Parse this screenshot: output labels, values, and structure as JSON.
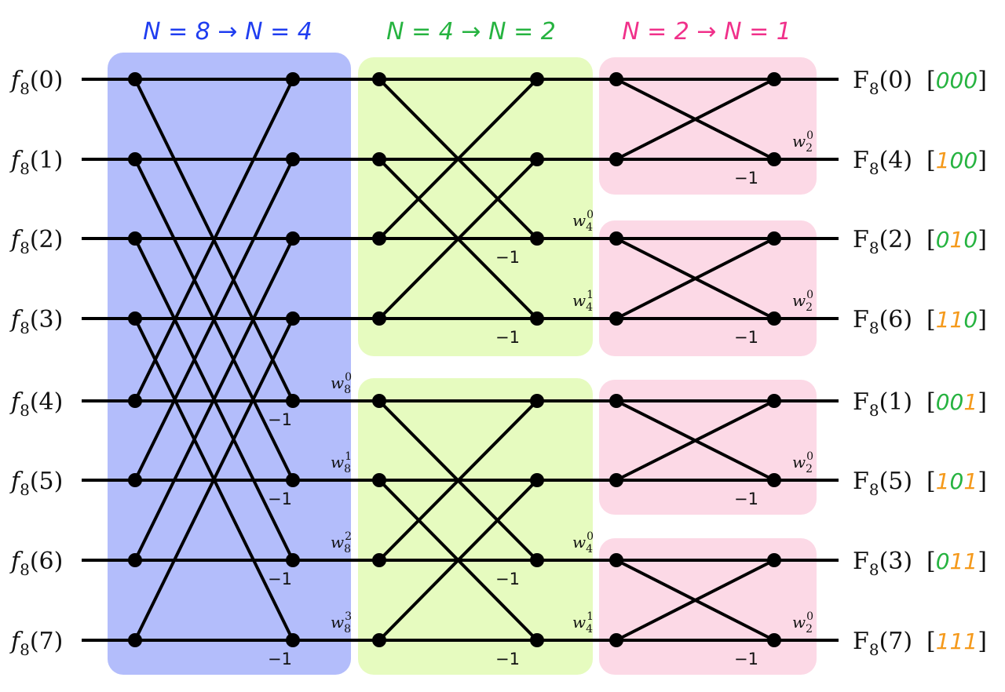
{
  "colors": {
    "stage1_panel": "#b3bdfb",
    "stage2_panel": "#e6fbbf",
    "stage3_panel": "#fcd9e6",
    "stage1_title": "#1f3df0",
    "stage2_title": "#26b340",
    "stage3_title": "#f0308a",
    "bit_zero": "#26b340",
    "bit_one": "#f59a1c",
    "wire": "#000000"
  },
  "stage_titles": [
    "N = 8 → N = 4",
    "N = 4 → N = 2",
    "N = 2 → N = 1"
  ],
  "inputs": [
    {
      "fn": "f",
      "sub": "8",
      "arg": "(0)"
    },
    {
      "fn": "f",
      "sub": "8",
      "arg": "(1)"
    },
    {
      "fn": "f",
      "sub": "8",
      "arg": "(2)"
    },
    {
      "fn": "f",
      "sub": "8",
      "arg": "(3)"
    },
    {
      "fn": "f",
      "sub": "8",
      "arg": "(4)"
    },
    {
      "fn": "f",
      "sub": "8",
      "arg": "(5)"
    },
    {
      "fn": "f",
      "sub": "8",
      "arg": "(6)"
    },
    {
      "fn": "f",
      "sub": "8",
      "arg": "(7)"
    }
  ],
  "outputs": [
    {
      "fn": "F",
      "sub": "8",
      "arg": "(0)",
      "bits": "000"
    },
    {
      "fn": "F",
      "sub": "8",
      "arg": "(4)",
      "bits": "100"
    },
    {
      "fn": "F",
      "sub": "8",
      "arg": "(2)",
      "bits": "010"
    },
    {
      "fn": "F",
      "sub": "8",
      "arg": "(6)",
      "bits": "110"
    },
    {
      "fn": "F",
      "sub": "8",
      "arg": "(1)",
      "bits": "001"
    },
    {
      "fn": "F",
      "sub": "8",
      "arg": "(5)",
      "bits": "101"
    },
    {
      "fn": "F",
      "sub": "8",
      "arg": "(3)",
      "bits": "011"
    },
    {
      "fn": "F",
      "sub": "8",
      "arg": "(7)",
      "bits": "111"
    }
  ],
  "bracket_open": "[",
  "bracket_close": "]",
  "twiddle_base": "w",
  "neg_label": "−1",
  "stage1_twiddles": [
    {
      "row": 4,
      "sub": "8",
      "sup": "0"
    },
    {
      "row": 5,
      "sub": "8",
      "sup": "1"
    },
    {
      "row": 6,
      "sub": "8",
      "sup": "2"
    },
    {
      "row": 7,
      "sub": "8",
      "sup": "3"
    }
  ],
  "stage2_twiddles": [
    {
      "row": 2,
      "sub": "4",
      "sup": "0"
    },
    {
      "row": 3,
      "sub": "4",
      "sup": "1"
    },
    {
      "row": 6,
      "sub": "4",
      "sup": "0"
    },
    {
      "row": 7,
      "sub": "4",
      "sup": "1"
    }
  ],
  "stage3_twiddles": [
    {
      "row": 1,
      "sub": "2",
      "sup": "0"
    },
    {
      "row": 3,
      "sub": "2",
      "sup": "0"
    },
    {
      "row": 5,
      "sub": "2",
      "sup": "0"
    },
    {
      "row": 7,
      "sub": "2",
      "sup": "0"
    }
  ]
}
